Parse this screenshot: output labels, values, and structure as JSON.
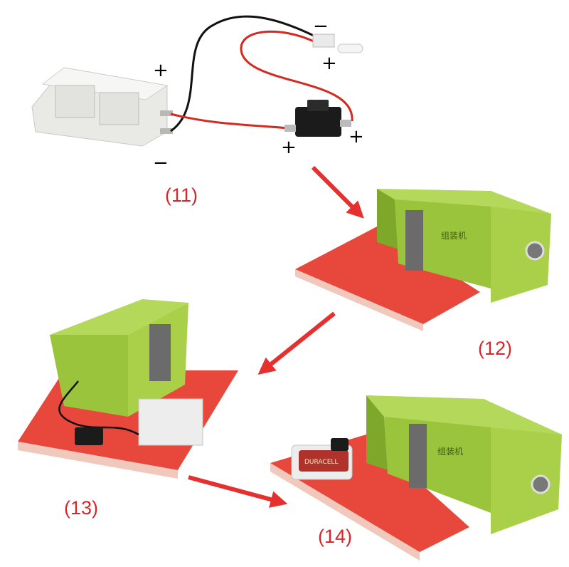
{
  "signs": {
    "plus": "+",
    "minus": "−"
  },
  "steps": [
    "(11)",
    "(12)",
    "(13)",
    "(14)"
  ],
  "box_label": "组装机",
  "battery_brand": "DURACELL",
  "colors": {
    "box_green": "#9ac43c",
    "box_green_dark": "#7ea82a",
    "base_red": "#e8483c",
    "base_red_side": "#f0c8bc",
    "arrow_red": "#e6302f",
    "wire_red": "#d42a20",
    "wire_black": "#111111",
    "holder_white": "#ededed"
  }
}
